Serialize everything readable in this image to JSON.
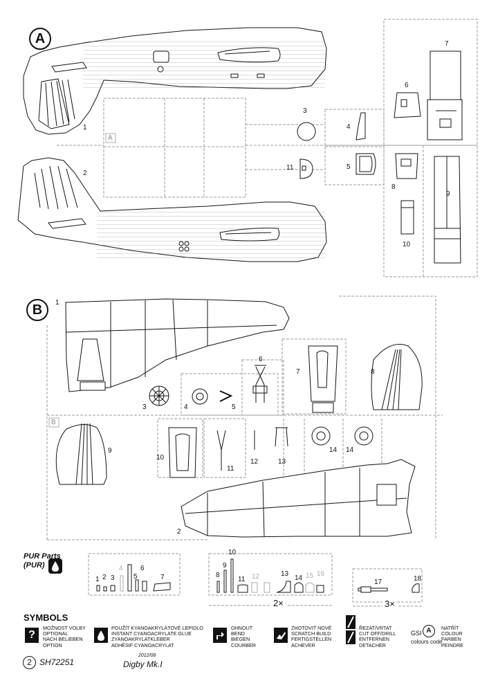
{
  "sections": {
    "a": {
      "label": "A",
      "frame_label": "A"
    },
    "b": {
      "label": "B",
      "frame_label": "B"
    }
  },
  "parts_a": [
    "1",
    "2",
    "3",
    "4",
    "5",
    "6",
    "7",
    "8",
    "9",
    "10",
    "11"
  ],
  "parts_b": [
    "1",
    "2",
    "3",
    "4",
    "5",
    "6",
    "7",
    "8",
    "9",
    "10",
    "11",
    "12",
    "13",
    "14",
    "14"
  ],
  "pur": {
    "title": "PUR Parts",
    "subtitle": "(PUR)",
    "group1": [
      "1",
      "2",
      "3",
      "4",
      "5",
      "6",
      "7"
    ],
    "group2": [
      "8",
      "9",
      "10",
      "11",
      "12",
      "13",
      "14",
      "15",
      "16"
    ],
    "group2_mult": "2×",
    "group3": [
      "17",
      "18"
    ],
    "group3_mult": "3×"
  },
  "symbols": {
    "title": "SYMBOLS",
    "items": [
      {
        "icon": "question-icon",
        "lines": [
          "MOŽNOST VOLBY",
          "OPTIONAL",
          "NACH BELIEBEN",
          "OPTION"
        ]
      },
      {
        "icon": "glue-drop-icon",
        "lines": [
          "POUŽÍT KYANOAKRYLÁTOVÉ LEPIDLO",
          "INSTANT CYANOACRYLATE GLUE",
          "ZYANOAKRYLATKLEBER",
          "ADHÉSIF CYANOACRYLAT"
        ]
      },
      {
        "icon": "bend-icon",
        "lines": [
          "OHNOUT",
          "BEND",
          "BIEGEN",
          "COURBER"
        ]
      },
      {
        "icon": "scratch-build-icon",
        "lines": [
          "ZHOTOVIT NOVÉ",
          "SCRATCH BUILD",
          "FERTIGSTELLEN",
          "ACHEVER"
        ]
      },
      {
        "icon": "cut-off-icon",
        "lines": [
          "ŘEZAT/VRTAT",
          "CUT OFF/DRILL",
          "ENTFERNEN",
          "DETACHER"
        ]
      }
    ],
    "gsi": {
      "label": "GSI",
      "badge": "A",
      "caption": "colours code"
    },
    "paint": {
      "lines": [
        "NATŘÍT",
        "COLOUR",
        "FARBEN",
        "PEINDRE"
      ]
    }
  },
  "footer": {
    "page_number": "2",
    "kit_code": "SH72251",
    "date": "2012/08",
    "model": "Digby Mk.I"
  },
  "colors": {
    "ink": "#111111",
    "frame": "#9a9a9a",
    "faded": "#a0a0a0"
  }
}
